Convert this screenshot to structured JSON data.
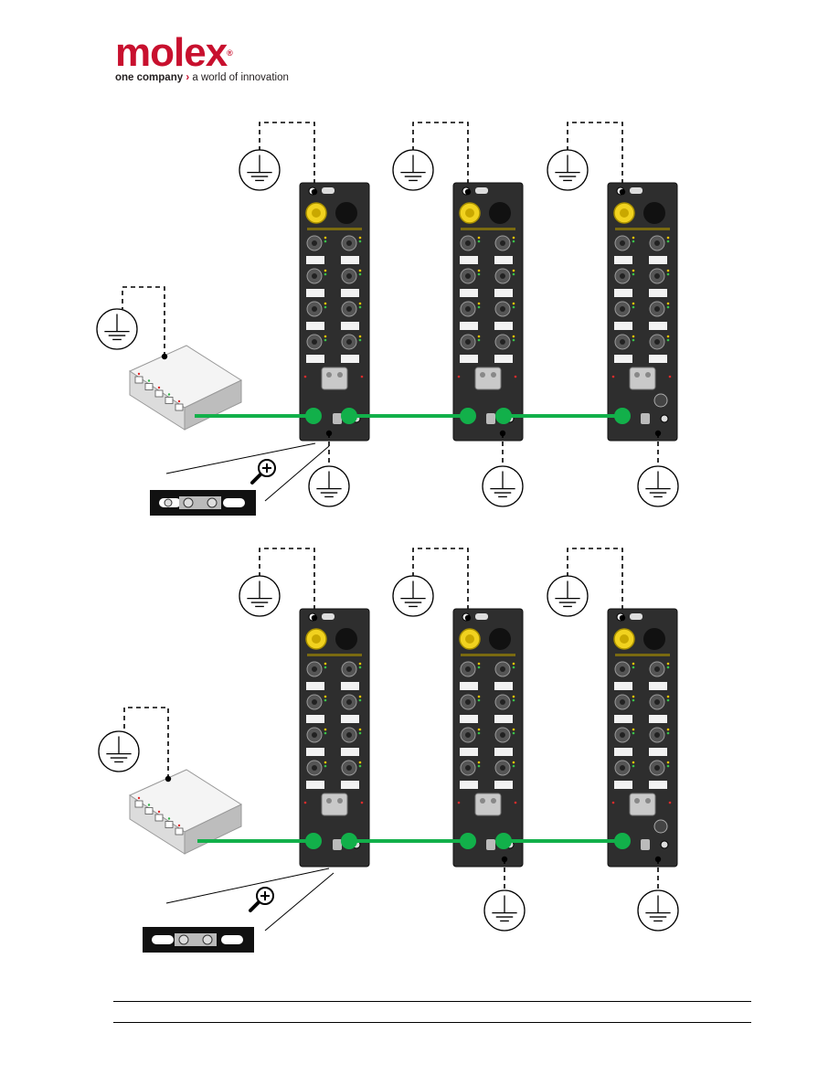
{
  "header": {
    "brand": "molex",
    "registered_mark": "®",
    "tagline_part1": "one company",
    "tagline_chevron": "›",
    "tagline_part2": "a world of innovation",
    "brand_color": "#c8102e"
  },
  "diagram": {
    "cable_color": "#12b04a",
    "module_body_color": "#2e2e2e",
    "connector_color": "#f1d21f",
    "ground_symbol": "protective-earth-icon",
    "zoom_symbol": "magnifier-plus-icon",
    "switch_symbol": "ethernet-switch-icon"
  }
}
